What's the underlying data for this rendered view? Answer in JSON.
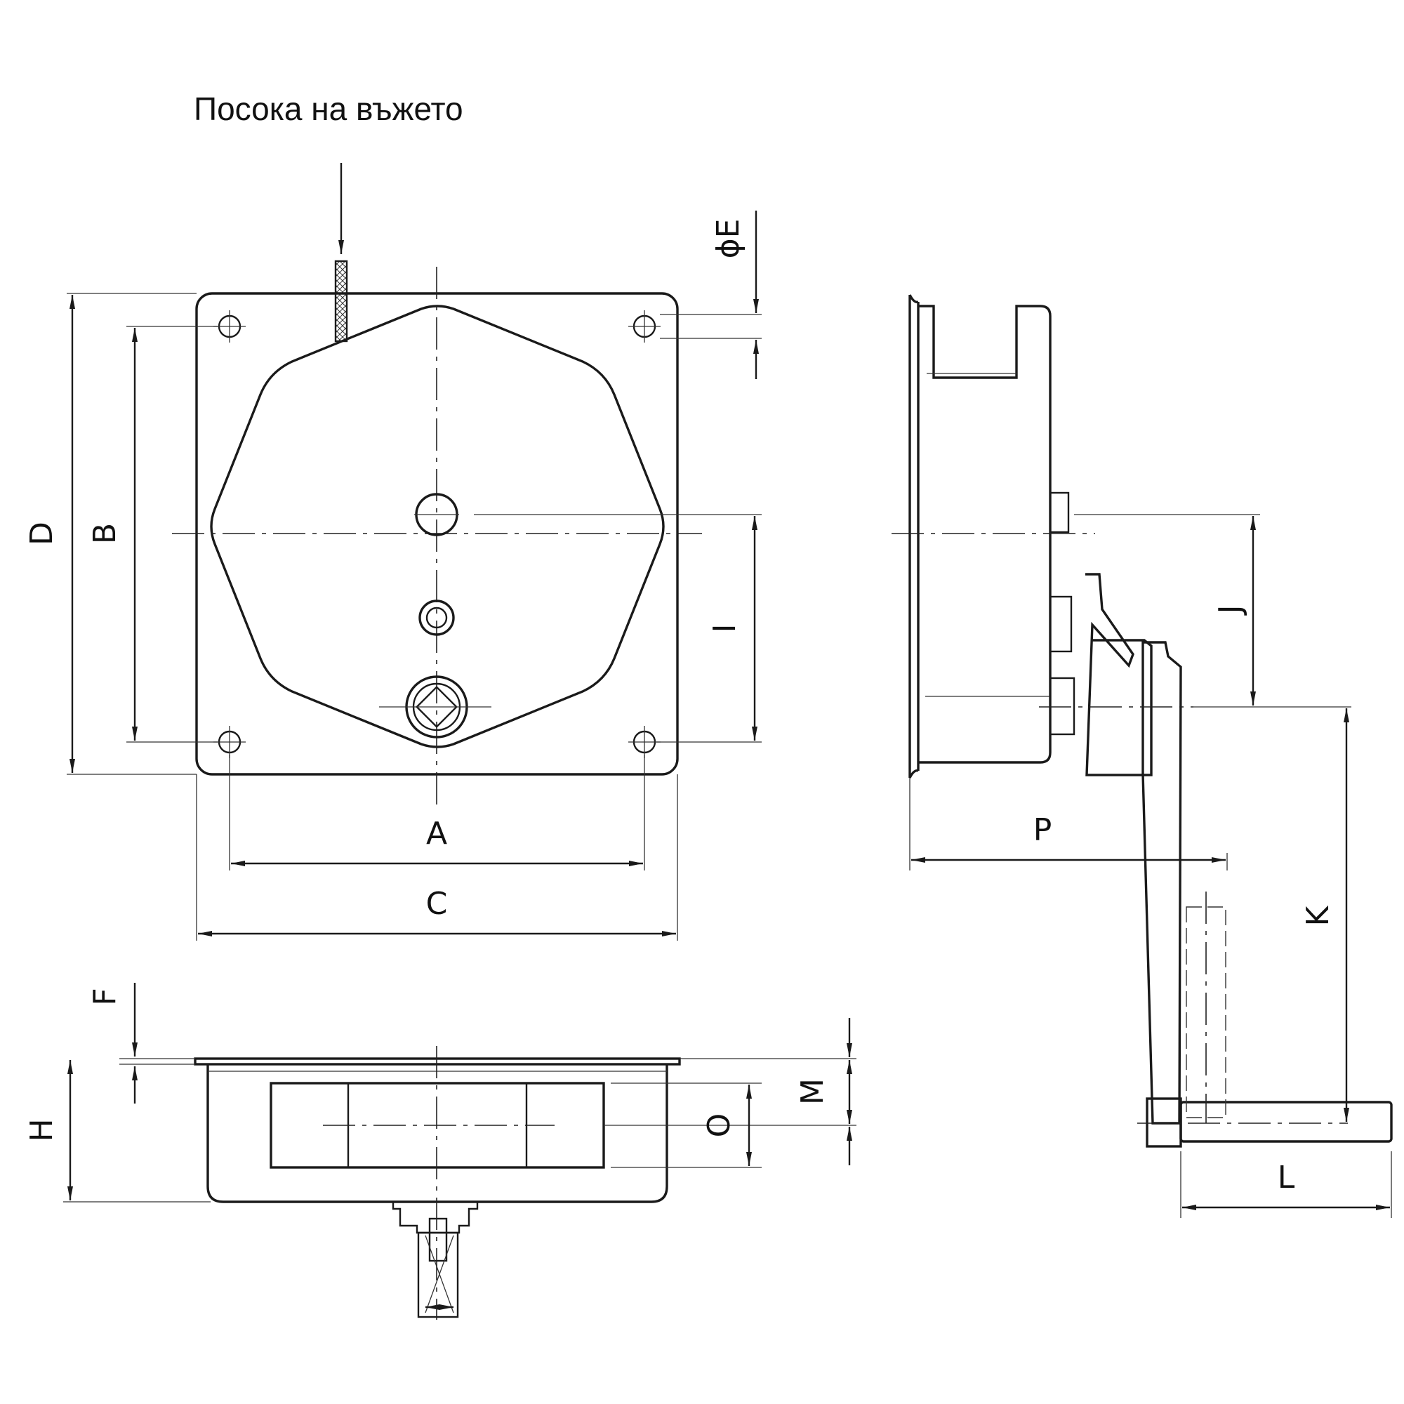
{
  "caption": {
    "text": "Посока на въжето"
  },
  "dimensions": {
    "A": "A",
    "B": "B",
    "C": "C",
    "D": "D",
    "E": "ϕE",
    "F": "F",
    "H": "H",
    "I": "I",
    "J": "J",
    "K": "K",
    "L": "L",
    "M": "M",
    "O": "O",
    "P": "P"
  }
}
